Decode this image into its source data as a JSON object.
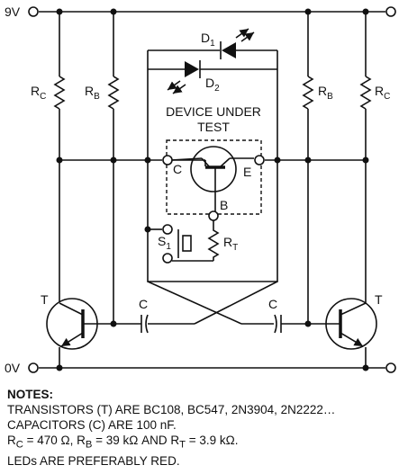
{
  "diagram": {
    "rails": {
      "supply": "9V",
      "ground": "0V"
    },
    "components": {
      "rc": {
        "main": "R",
        "sub": "C"
      },
      "rb": {
        "main": "R",
        "sub": "B"
      },
      "rt": {
        "main": "R",
        "sub": "T"
      },
      "d1": {
        "main": "D",
        "sub": "1"
      },
      "d2": {
        "main": "D",
        "sub": "2"
      },
      "s1": {
        "main": "S",
        "sub": "1"
      },
      "transistor": "T",
      "capacitor": "C"
    },
    "dut": {
      "label_line1": "DEVICE UNDER",
      "label_line2": "TEST",
      "pin_c": "C",
      "pin_e": "E",
      "pin_b": "B"
    }
  },
  "notes": {
    "header": "NOTES:",
    "lines": [
      "TRANSISTORS (T) ARE BC108, BC547, 2N3904, 2N2222…",
      "CAPACITORS (C) ARE 100 nF.",
      "R",
      "LEDs ARE PREFERABLY RED."
    ],
    "values_line": {
      "rc_main": "R",
      "rc_sub": "C",
      "rc_val": " = 470 Ω, ",
      "rb_main": "R",
      "rb_sub": "B",
      "rb_val": " = 39 kΩ AND ",
      "rt_main": "R",
      "rt_sub": "T",
      "rt_val": " = 3.9 kΩ."
    }
  }
}
